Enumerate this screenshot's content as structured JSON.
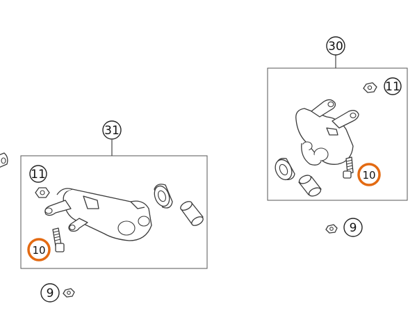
{
  "diagram": {
    "assemblies": [
      {
        "number": "31"
      },
      {
        "number": "30"
      }
    ],
    "callouts": {
      "nut": "11",
      "screw": "10",
      "loose_nut": "9"
    },
    "colors": {
      "highlight": "#e36a12",
      "line": "#3a3a3a"
    }
  }
}
